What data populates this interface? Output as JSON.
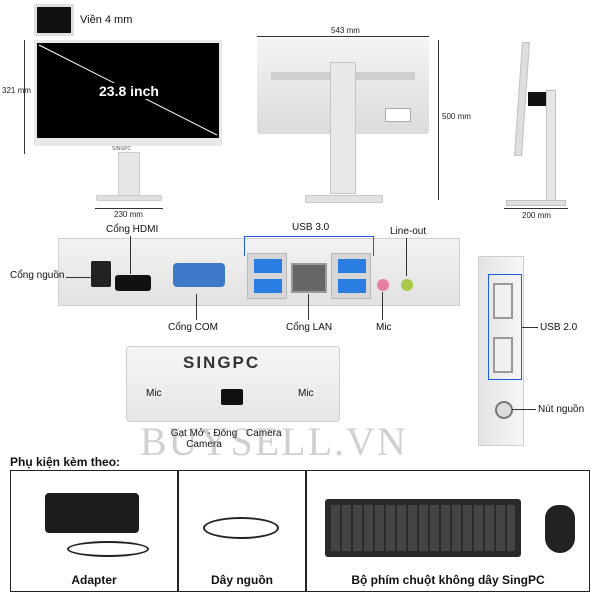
{
  "top": {
    "bezel_label": "Viền 4 mm",
    "screen_size": "23.8 inch",
    "front_height": "321 mm",
    "front_width": "230 mm",
    "back_width": "543 mm",
    "back_height": "500 mm",
    "side_depth": "200 mm",
    "brand_small": "SINGPC"
  },
  "ports": {
    "hdmi": "Cổng HDMI",
    "power": "Cổng nguồn",
    "com": "Cổng COM",
    "usb3": "USB 3.0",
    "lan": "Cổng LAN",
    "lineout": "Line-out",
    "mic": "Mic"
  },
  "side": {
    "usb2": "USB 2.0",
    "power_button": "Nút nguồn"
  },
  "camera_module": {
    "brand": "SINGPC",
    "mic_left": "Mic",
    "mic_right": "Mic",
    "shutter": "Gạt Mở - Đóng Camera",
    "camera": "Camera"
  },
  "watermark": "BUYSELL.VN",
  "accessories": {
    "heading": "Phụ kiện kèm theo:",
    "items": [
      {
        "label": "Adapter"
      },
      {
        "label": "Dây nguồn"
      },
      {
        "label": "Bộ phím chuột không dây SingPC"
      }
    ]
  },
  "colors": {
    "accent_blue": "#1f5fd6",
    "usb3_blue": "#2a7de1"
  }
}
